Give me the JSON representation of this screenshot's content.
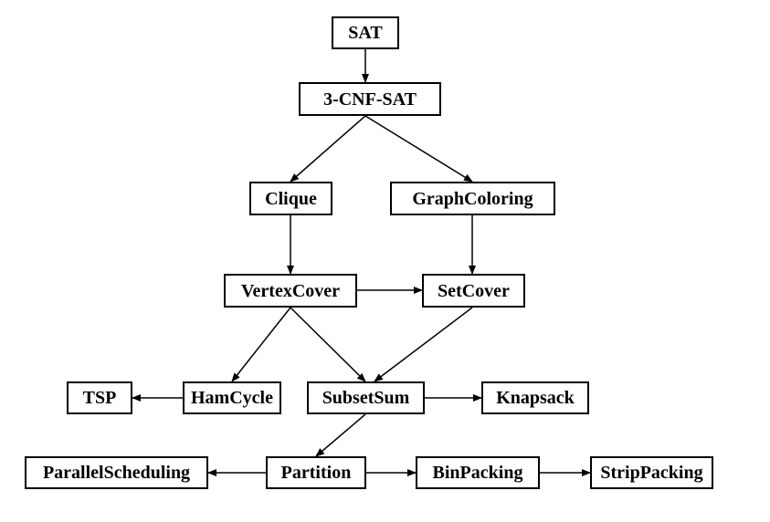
{
  "diagram": {
    "nodes": [
      {
        "id": "sat",
        "label": "SAT"
      },
      {
        "id": "cnf",
        "label": "3-CNF-SAT"
      },
      {
        "id": "clique",
        "label": "Clique"
      },
      {
        "id": "graphcoloring",
        "label": "GraphColoring"
      },
      {
        "id": "vertexcover",
        "label": "VertexCover"
      },
      {
        "id": "setcover",
        "label": "SetCover"
      },
      {
        "id": "tsp",
        "label": "TSP"
      },
      {
        "id": "hamcycle",
        "label": "HamCycle"
      },
      {
        "id": "subsetsum",
        "label": "SubsetSum"
      },
      {
        "id": "knapsack",
        "label": "Knapsack"
      },
      {
        "id": "parallelscheduling",
        "label": "ParallelScheduling"
      },
      {
        "id": "partition",
        "label": "Partition"
      },
      {
        "id": "binpacking",
        "label": "BinPacking"
      },
      {
        "id": "strippacking",
        "label": "StripPacking"
      }
    ],
    "edges": [
      {
        "from": "sat",
        "to": "cnf"
      },
      {
        "from": "cnf",
        "to": "clique"
      },
      {
        "from": "cnf",
        "to": "graphcoloring"
      },
      {
        "from": "clique",
        "to": "vertexcover"
      },
      {
        "from": "graphcoloring",
        "to": "setcover"
      },
      {
        "from": "vertexcover",
        "to": "setcover"
      },
      {
        "from": "vertexcover",
        "to": "hamcycle"
      },
      {
        "from": "vertexcover",
        "to": "subsetsum"
      },
      {
        "from": "setcover",
        "to": "subsetsum"
      },
      {
        "from": "hamcycle",
        "to": "tsp"
      },
      {
        "from": "subsetsum",
        "to": "knapsack"
      },
      {
        "from": "subsetsum",
        "to": "partition"
      },
      {
        "from": "partition",
        "to": "parallelscheduling"
      },
      {
        "from": "partition",
        "to": "binpacking"
      },
      {
        "from": "binpacking",
        "to": "strippacking"
      }
    ]
  }
}
